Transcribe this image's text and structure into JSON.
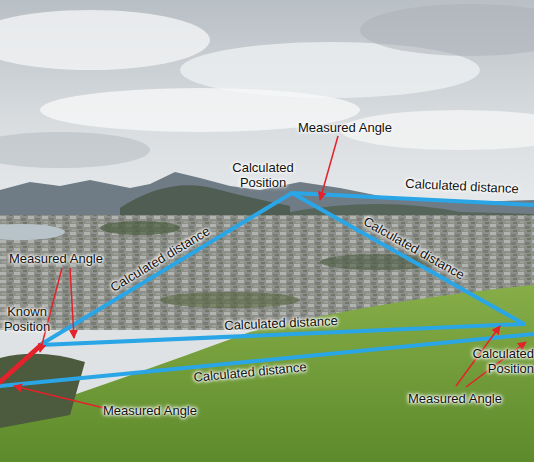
{
  "diagram": {
    "nodes": [
      {
        "text": [
          "Calculated Position"
        ]
      },
      {
        "text": [
          "Known Position"
        ]
      },
      {
        "text": [
          "Calculated Position"
        ]
      }
    ],
    "edges": [
      {
        "from": 1,
        "to": 0,
        "arrow": "none",
        "label": "Calculated distance"
      },
      {
        "from": 0,
        "to": 2,
        "arrow": "none",
        "label": "Calculated distance"
      },
      {
        "from": 1,
        "to": 2,
        "arrow": "none",
        "label": "Calculated distance"
      }
    ],
    "labels": [
      "Measured Angle",
      "Calculated distance",
      "Measured Angle",
      "Calculated distance",
      "Measured Angle",
      "Measured Angle"
    ]
  }
}
